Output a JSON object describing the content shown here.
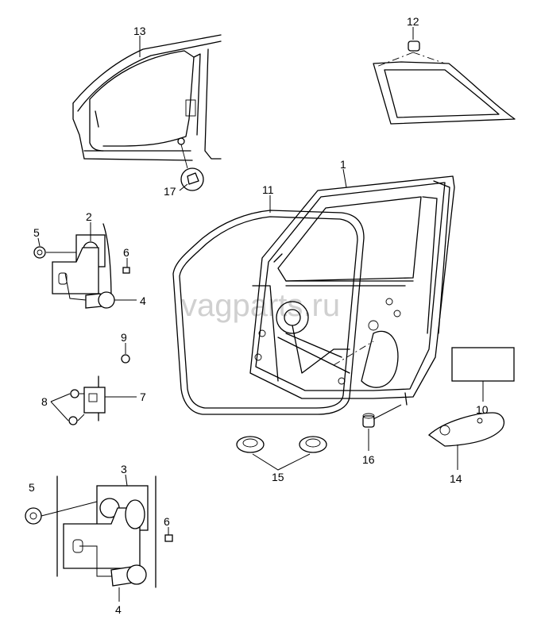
{
  "watermark": "vagparts.ru",
  "callouts": {
    "c1": "1",
    "c2": "2",
    "c3": "3",
    "c4a": "4",
    "c4b": "4",
    "c5a": "5",
    "c5b": "5",
    "c6a": "6",
    "c6b": "6",
    "c7": "7",
    "c8": "8",
    "c9": "9",
    "c10": "10",
    "c11": "11",
    "c12": "12",
    "c13": "13",
    "c14": "14",
    "c15": "15",
    "c16": "16",
    "c17": "17"
  }
}
